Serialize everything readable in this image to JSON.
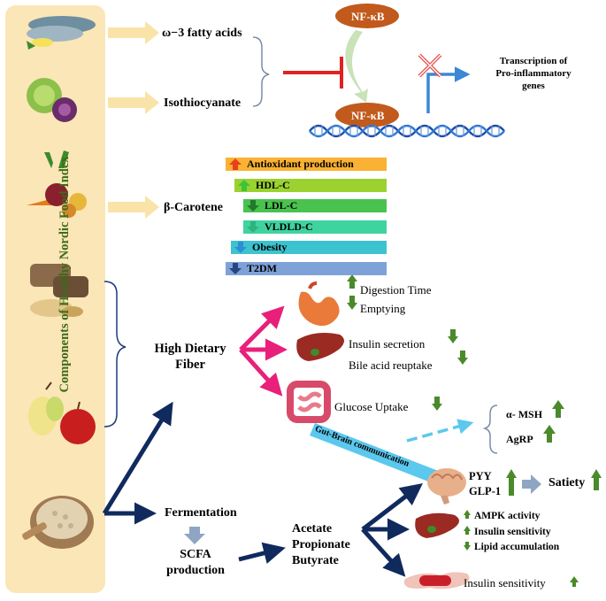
{
  "sidebar_label": "Components of Healthy Nordic Food Index",
  "omega3": "ω−3 fatty acids",
  "isothiocyanate": "Isothiocyanate",
  "nfkb_top": "NF-κB",
  "nfkb_bottom": "NF-κB",
  "transcription": [
    "Transcription of",
    "Pro-inflammatory",
    "genes"
  ],
  "beta_carotene": "β-Carotene",
  "bars": [
    {
      "label": "Antioxidant production",
      "color": "#f9b233",
      "arrow": "up",
      "arrow_color": "#e8401c"
    },
    {
      "label": "HDL-C",
      "color": "#9bd22f",
      "arrow": "up",
      "arrow_color": "#3cc43c"
    },
    {
      "label": "LDL-C",
      "color": "#49c24f",
      "arrow": "down",
      "arrow_color": "#217a2b"
    },
    {
      "label": "VLDLD-C",
      "color": "#3fd3a0",
      "arrow": "down",
      "arrow_color": "#2fb37d"
    },
    {
      "label": "Obesity",
      "color": "#3cc3cf",
      "arrow": "down",
      "arrow_color": "#2c8fd6"
    },
    {
      "label": "T2DM",
      "color": "#7ea2d8",
      "arrow": "down",
      "arrow_color": "#24457e"
    }
  ],
  "high_fiber": [
    "High Dietary",
    "Fiber"
  ],
  "digestion_time": "Digestion Time",
  "emptying": "Emptying",
  "insulin_secretion": "Insulin secretion",
  "bile_acid": "Bile acid reuptake",
  "glucose_uptake": "Glucose Uptake",
  "gut_brain": "Gut-Brain communication",
  "msh": "α- MSH",
  "agrp": "AgRP",
  "fermentation": "Fermentation",
  "scfa": [
    "SCFA",
    "production"
  ],
  "acids": [
    "Acetate",
    "Propionate",
    "Butyrate"
  ],
  "pyy": "PYY",
  "glp1": "GLP-1",
  "satiety": "Satiety",
  "ampk": "AMPK activity",
  "insulin_sens": "Insulin sensitivity",
  "lipid_acc": "Lipid accumulation",
  "insulin_sens2": "Insulin sensitivity",
  "colors": {
    "panel": "#fbe6b8",
    "navy": "#102a5e",
    "magenta": "#e8207a",
    "green": "#4a8a2a",
    "nfkb": "#c15a1c",
    "sky": "#5bc8ee"
  }
}
